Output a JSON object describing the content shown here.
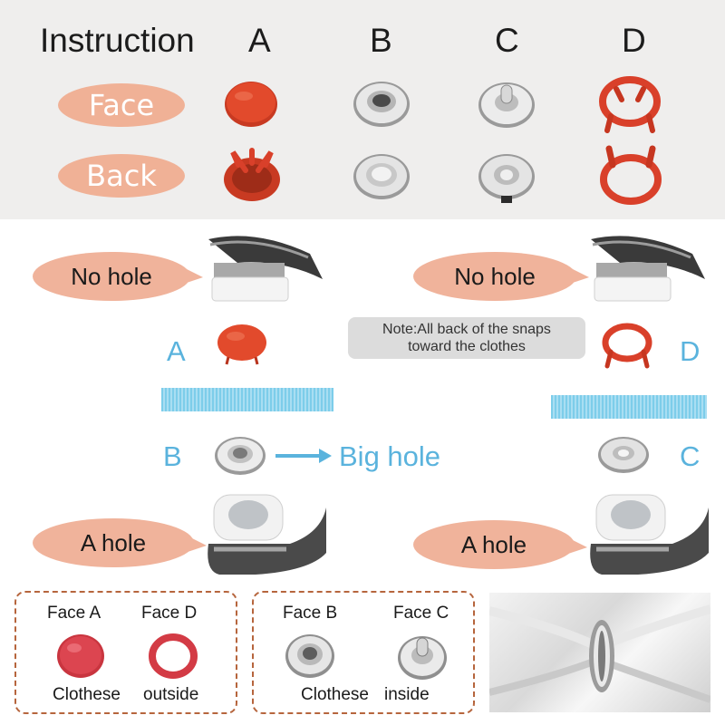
{
  "header": {
    "instruction": "Instruction",
    "columns": [
      "A",
      "B",
      "C",
      "D"
    ]
  },
  "rows": {
    "face": "Face",
    "back": "Back"
  },
  "middle": {
    "no_hole_left": "No hole",
    "no_hole_right": "No hole",
    "letter_a": "A",
    "letter_b": "B",
    "letter_c": "C",
    "letter_d": "D",
    "note_line1": "Note:All back of the snaps",
    "note_line2": "toward the clothes",
    "big_hole": "Big hole",
    "a_hole_left": "A hole",
    "a_hole_right": "A hole"
  },
  "bottom": {
    "box1": {
      "face_a": "Face A",
      "face_d": "Face D",
      "caption_left": "Clothese",
      "caption_right": "outside"
    },
    "box2": {
      "face_b": "Face B",
      "face_c": "Face C",
      "caption_left": "Clothese",
      "caption_right": "inside"
    }
  },
  "colors": {
    "snap_red": "#d9402a",
    "accent_blue": "#5ab3dd",
    "bubble": "#f0b39b",
    "box_border": "#b6653d"
  }
}
